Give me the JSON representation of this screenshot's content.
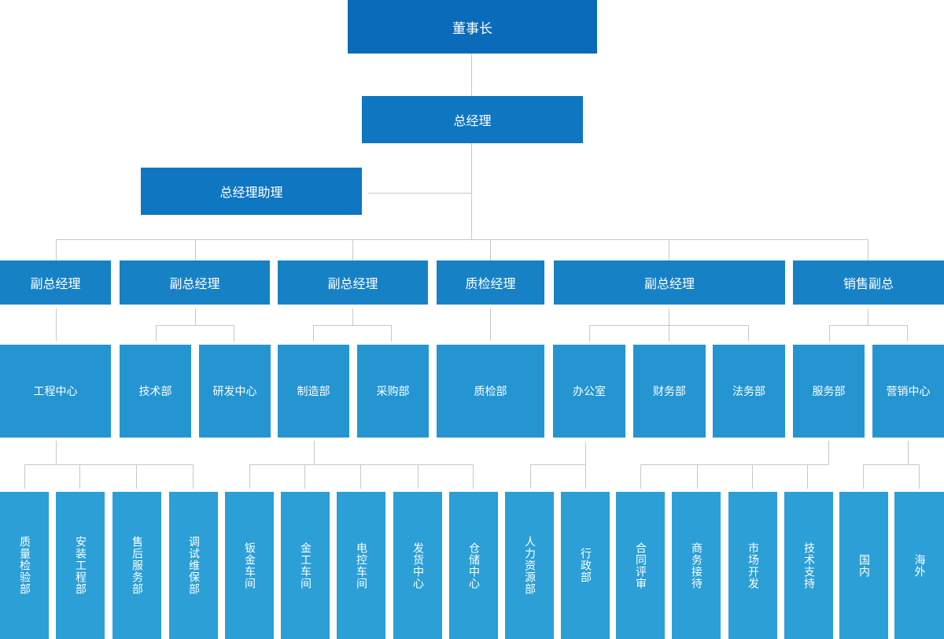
{
  "org": {
    "chairman": "董事长",
    "gm": "总经理",
    "assistant": "总经理助理",
    "vps": [
      "副总经理",
      "副总经理",
      "副总经理",
      "质检经理",
      "副总经理",
      "销售副总"
    ],
    "depts": [
      "工程中心",
      "技术部",
      "研发中心",
      "制造部",
      "采购部",
      "质检部",
      "办公室",
      "财务部",
      "法务部",
      "服务部",
      "营销中心"
    ],
    "units": [
      "质量检验部",
      "安装工程部",
      "售后服务部",
      "调试维保部",
      "钣金车间",
      "金工车间",
      "电控车间",
      "发货中心",
      "仓储中心",
      "人力资源部",
      "行政部",
      "合同评审",
      "商务接待",
      "市场开发",
      "技术支持",
      "国内",
      "海外"
    ]
  },
  "colors": {
    "line": "#c8c8c8",
    "level1": "#0a6bba",
    "level5": "#2b9fd6",
    "text": "#ffffff"
  }
}
